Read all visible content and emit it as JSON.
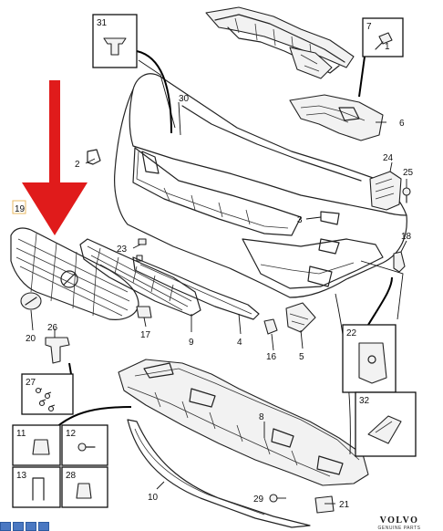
{
  "callouts": {
    "c1": "1",
    "c2": "2",
    "c3": "3",
    "c4": "4",
    "c5": "5",
    "c6": "6",
    "c7": "7",
    "c8": "8",
    "c9": "9",
    "c10": "10",
    "c11": "11",
    "c12": "12",
    "c13": "13",
    "c16": "16",
    "c17": "17",
    "c18": "18",
    "c19": "19",
    "c20": "20",
    "c21": "21",
    "c22": "22",
    "c23": "23",
    "c24": "24",
    "c25": "25",
    "c26": "26",
    "c27": "27",
    "c28": "28",
    "c29": "29",
    "c30": "30",
    "c31": "31",
    "c32": "32"
  },
  "brand": {
    "name": "VOLVO",
    "sub": "GENUINE PARTS"
  },
  "colors": {
    "arrow": "#e01b1b",
    "toolbar": "#4a78c2",
    "highlight_box": "#e8b860"
  }
}
